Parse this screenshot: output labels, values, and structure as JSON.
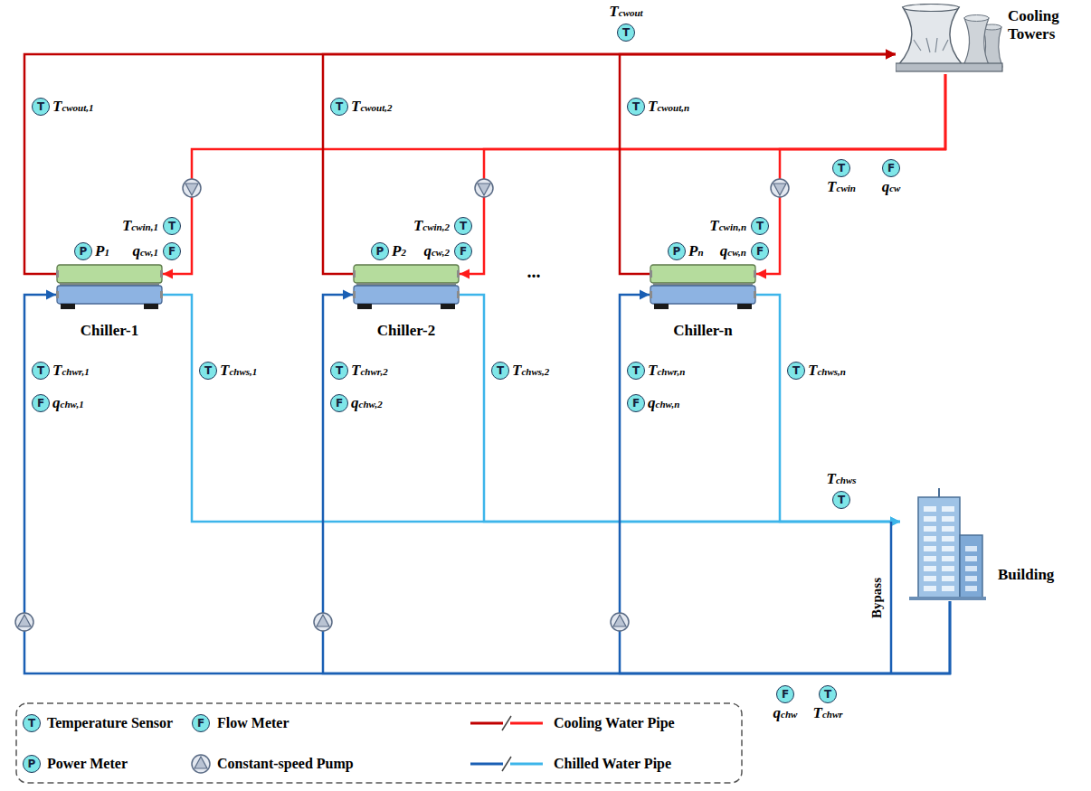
{
  "diagram": {
    "nodes": [
      {
        "text": [
          "T",
          "Tcwout"
        ]
      },
      {
        "text": [
          "Cooling Towers"
        ]
      },
      {
        "text": [
          "T",
          "Tcwout,1"
        ]
      },
      {
        "text": [
          "T",
          "Tcwout,2"
        ]
      },
      {
        "text": [
          "T",
          "Tcwout,n"
        ]
      },
      {
        "text": [
          "T",
          "Tcwin"
        ]
      },
      {
        "text": [
          "F",
          "qcw"
        ]
      },
      {
        "text": [
          "T",
          "Tcwin,1"
        ]
      },
      {
        "text": [
          "T",
          "Tcwin,2"
        ]
      },
      {
        "text": [
          "T",
          "Tcwin,n"
        ]
      },
      {
        "text": [
          "F",
          "qcw,1"
        ]
      },
      {
        "text": [
          "F",
          "qcw,2"
        ]
      },
      {
        "text": [
          "F",
          "qcw,n"
        ]
      },
      {
        "text": [
          "P",
          "P1"
        ]
      },
      {
        "text": [
          "P",
          "P2"
        ]
      },
      {
        "text": [
          "P",
          "Pn"
        ]
      },
      {
        "text": [
          "Chiller-1"
        ]
      },
      {
        "text": [
          "Chiller-2"
        ]
      },
      {
        "text": [
          "Chiller-n"
        ]
      },
      {
        "text": [
          "T",
          "Tchwr,1"
        ]
      },
      {
        "text": [
          "T",
          "Tchws,1"
        ]
      },
      {
        "text": [
          "T",
          "Tchwr,2"
        ]
      },
      {
        "text": [
          "T",
          "Tchws,2"
        ]
      },
      {
        "text": [
          "T",
          "Tchwr,n"
        ]
      },
      {
        "text": [
          "T",
          "Tchws,n"
        ]
      },
      {
        "text": [
          "F",
          "qchw,1"
        ]
      },
      {
        "text": [
          "F",
          "qchw,2"
        ]
      },
      {
        "text": [
          "F",
          "qchw,n"
        ]
      },
      {
        "text": [
          "T",
          "Tchws"
        ]
      },
      {
        "text": [
          "Building"
        ]
      },
      {
        "text": [
          "F",
          "qchw"
        ]
      },
      {
        "text": [
          "T",
          "Tchwr"
        ]
      }
    ],
    "edges": [
      {
        "from": 16,
        "to": 1,
        "arrow": "to"
      },
      {
        "from": 1,
        "to": 16,
        "arrow": "to"
      },
      {
        "from": 16,
        "to": 29,
        "arrow": "to"
      },
      {
        "from": 29,
        "to": 16,
        "arrow": "to"
      },
      {
        "from": 17,
        "to": 1,
        "arrow": "to"
      },
      {
        "from": 1,
        "to": 17,
        "arrow": "to"
      },
      {
        "from": 17,
        "to": 29,
        "arrow": "to"
      },
      {
        "from": 29,
        "to": 17,
        "arrow": "to"
      },
      {
        "from": 18,
        "to": 1,
        "arrow": "to"
      },
      {
        "from": 1,
        "to": 18,
        "arrow": "to"
      },
      {
        "from": 18,
        "to": 29,
        "arrow": "to"
      },
      {
        "from": 29,
        "to": 18,
        "arrow": "to"
      }
    ],
    "labels": [
      "...",
      "Bypass",
      "T",
      "F",
      "P"
    ],
    "legend": [
      {
        "text": "Temperature Sensor"
      },
      {
        "text": "Flow Meter"
      },
      {
        "text": "Cooling Water Pipe"
      },
      {
        "text": "Power Meter"
      },
      {
        "text": "Constant-speed Pump"
      },
      {
        "text": "Chilled Water Pipe"
      }
    ]
  }
}
